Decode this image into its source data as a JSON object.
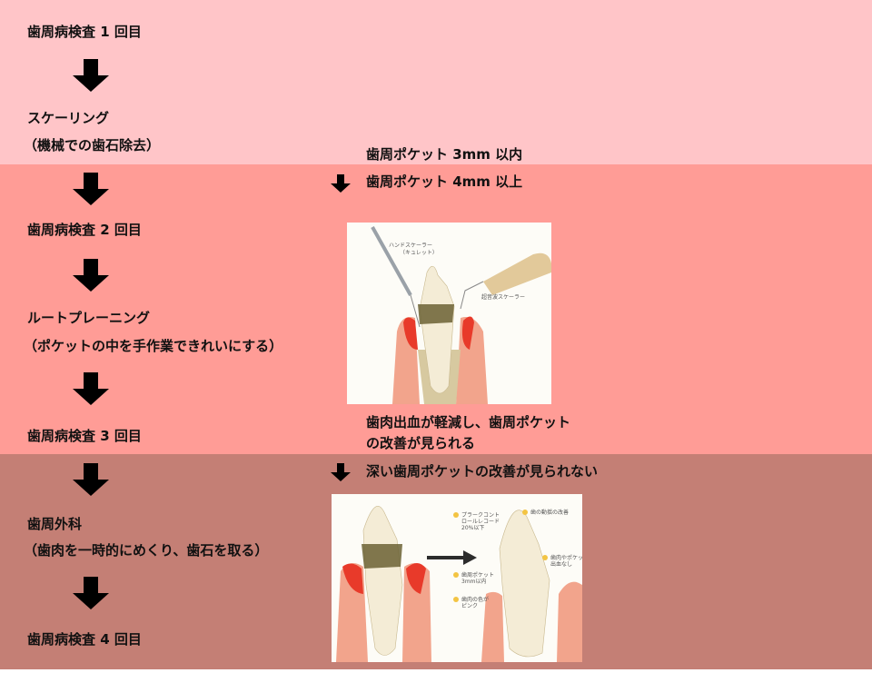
{
  "colors": {
    "band1": "#ffc5c8",
    "band2": "#ff9c96",
    "band3": "#c47f75"
  },
  "steps": [
    {
      "label": "歯周病検査 1 回目"
    },
    {
      "label": "スケーリング",
      "sub": "（機械での歯石除去）"
    },
    {
      "label": "歯周病検査 2 回目"
    },
    {
      "label": "ルートプレーニング",
      "sub": "（ポケットの中を手作業できれいにする）"
    },
    {
      "label": "歯周病検査 3 回目"
    },
    {
      "label": "歯周外科",
      "sub": "（歯肉を一時的にめくり、歯石を取る）"
    },
    {
      "label": "歯周病検査 4 回目"
    }
  ],
  "notes": {
    "pocket_ok": "歯周ポケット 3mm 以内",
    "pocket_deep": "歯周ポケット 4mm 以上",
    "improved_1": "歯肉出血が軽減し、歯周ポケット",
    "improved_2": "の改善が見られる",
    "not_improved": "深い歯周ポケットの改善が見られない"
  },
  "figure1": {
    "hand_scaler_1": "ハンドスケーラー",
    "hand_scaler_2": "（キュレット）",
    "ultrasonic": "超音波スケーラー"
  },
  "figure2": {
    "plaque_1": "プラークコント",
    "plaque_2": "ロールレコード",
    "plaque_3": "20%以下",
    "mobility": "歯の動揺の改善",
    "bleeding_1": "歯肉やポケット",
    "bleeding_2": "出血なし",
    "pocket_1": "歯周ポケット",
    "pocket_2": "3mm以内",
    "color_1": "歯肉の色が",
    "color_2": "ピンク"
  }
}
